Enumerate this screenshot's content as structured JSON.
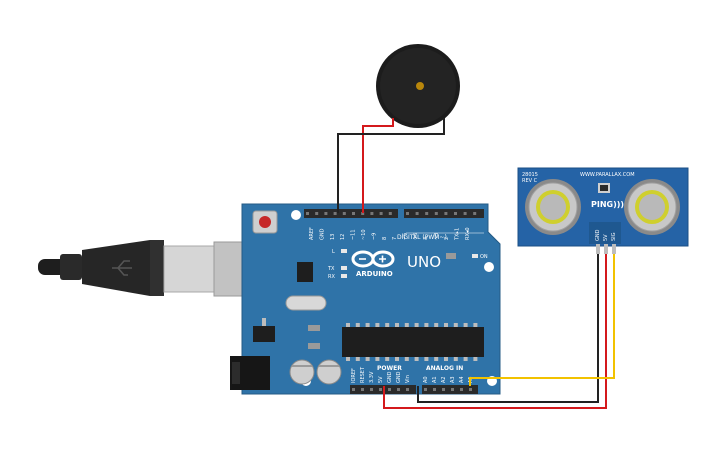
{
  "arduino": {
    "brand": "ARDUINO",
    "model": "UNO",
    "digital_header": "DIGITAL (PWM~)",
    "analog_header": "ANALOG IN",
    "power_header": "POWER",
    "on_label": "ON",
    "led_l": "L",
    "led_tx": "TX",
    "led_rx": "RX",
    "top_pins": [
      "AREF",
      "GND",
      "13",
      "12",
      "~11",
      "~10",
      "~9",
      "8",
      "7",
      "~6",
      "~5",
      "4",
      "~3",
      "2",
      "TX▸1",
      "RX◂0"
    ],
    "power_pins": [
      "IOREF",
      "RESET",
      "3.3V",
      "5V",
      "GND",
      "GND",
      "Vin"
    ],
    "analog_pins": [
      "A0",
      "A1",
      "A2",
      "A3",
      "A4",
      "A5"
    ]
  },
  "ping_sensor": {
    "part_number": "28015",
    "revision": "REV C",
    "website": "WWW.PARALLAX.COM",
    "brand": "PING)))",
    "pins": [
      "GND",
      "5V",
      "SIG"
    ]
  },
  "colors": {
    "board": "#2f73a8",
    "board_dark": "#245b86",
    "header": "#2a2a2a",
    "wire_black": "#222222",
    "wire_red": "#d4191c",
    "wire_yellow": "#f2c200",
    "sensor_blue": "#2563a6",
    "transducer": "#c8c8c8",
    "buzzer": "#1c1c1c",
    "buzzer_dot": "#b8860b"
  },
  "icons": [
    "usb-cable-icon",
    "arduino-infinity-logo-icon",
    "piezo-buzzer-icon"
  ]
}
